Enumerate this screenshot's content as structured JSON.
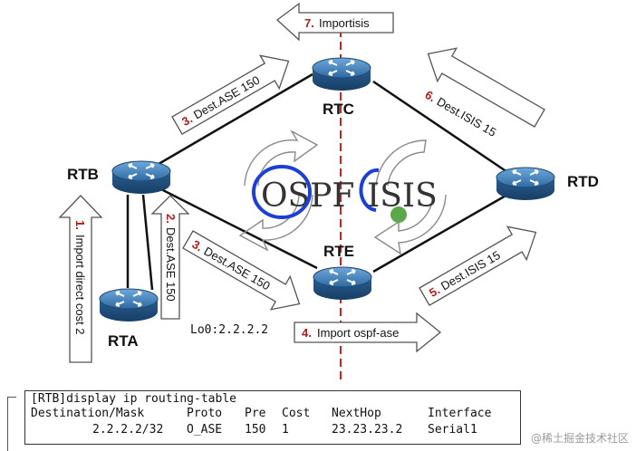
{
  "routers": {
    "rta": "RTA",
    "rtb": "RTB",
    "rtc": "RTC",
    "rtd": "RTD",
    "rte": "RTE"
  },
  "loopback": "Lo0:2.2.2.2",
  "protocols": {
    "left": "OSPF",
    "right": "ISIS"
  },
  "steps": [
    {
      "num": "1.",
      "text": "Import direct cost 2"
    },
    {
      "num": "2.",
      "text": "Dest.ASE 150"
    },
    {
      "num": "3.",
      "text": "Dest.ASE 150"
    },
    {
      "num": "3.",
      "text": "Dest.ASE 150"
    },
    {
      "num": "4.",
      "text": "Import ospf-ase"
    },
    {
      "num": "5.",
      "text": "Dest.ISIS 15"
    },
    {
      "num": "6.",
      "text": "Dest.ISIS 15"
    },
    {
      "num": "7.",
      "text": "Importisis"
    }
  ],
  "routing_table": {
    "command": "[RTB]display ip routing-table",
    "headers": [
      "Destination/Mask",
      "Proto",
      "Pre",
      "Cost",
      "NextHop",
      "Interface"
    ],
    "rows": [
      [
        "2.2.2.2/32",
        "O_ASE",
        "150",
        "1",
        "23.23.23.2",
        "Serial1"
      ]
    ]
  },
  "watermark": "@稀土掘金技术社区",
  "colors": {
    "divider": "#cc2222",
    "step_number": "#b21c1c",
    "router_body": "#2f6fa8",
    "annotation_circle": "#1c3fd6"
  }
}
